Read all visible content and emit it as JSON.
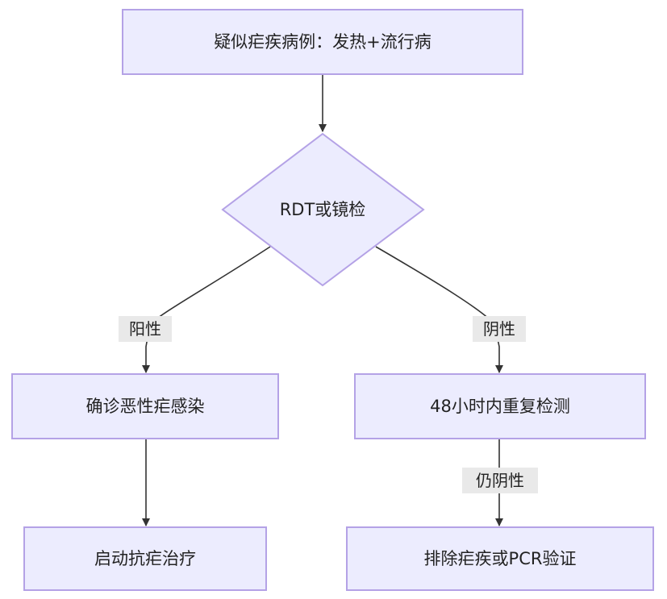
{
  "diagram": {
    "type": "flowchart",
    "nodes": {
      "suspect": "疑似疟疾病例：发热+流行病",
      "test": "RDT或镜检",
      "confirm": "确诊恶性疟感染",
      "retest": "48小时内重复检测",
      "treat": "启动抗疟治疗",
      "exclude": "排除疟疾或PCR验证"
    },
    "edges": {
      "positive": "阳性",
      "negative": "阴性",
      "still_negative": "仍阴性"
    }
  },
  "colors": {
    "node_fill": "#ececfe",
    "node_border": "#b4a2e6",
    "edge": "#333333",
    "label_bg": "#e9e9e9"
  }
}
